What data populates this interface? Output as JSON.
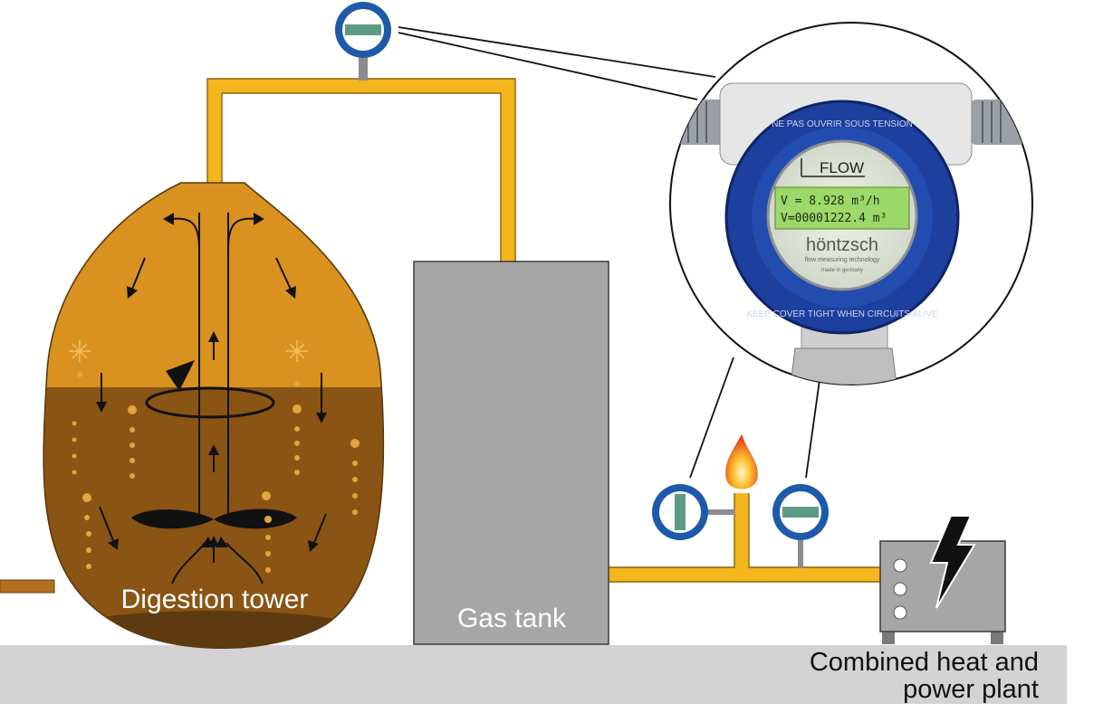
{
  "labels": {
    "digestion_tower": "Digestion tower",
    "gas_tank": "Gas tank",
    "chp_line1": "Combined heat and",
    "chp_line2": "power plant"
  },
  "meter": {
    "display_title": "FLOW",
    "display_line1": "V =   8.928  m³/h",
    "display_line2": "V=00001222.4 m³",
    "brand": "höntzsch",
    "brand_tagline": "flow measuring technology",
    "made_in": "made in germany",
    "ring_text_top": "NE PAS OUVRIR SOUS TENSION",
    "ring_text_bottom": "KEEP COVER TIGHT WHEN CIRCUITS ALIVE"
  },
  "colors": {
    "pipe": "#f5b51c",
    "tank_gas_zone": "#d9921f",
    "tank_sludge_zone": "#8a5414",
    "gas_tank": "#a6a6a6",
    "ground": "#d3d3d3",
    "gauge_ring": "#1e5aa8",
    "gauge_bar": "#5c9c86",
    "meter_housing": "#1d3f9e",
    "lcd": "#9dd86a"
  },
  "icons": {
    "flare": "flame-icon",
    "chp_power": "lightning-icon",
    "mixer": "propeller-icon"
  }
}
